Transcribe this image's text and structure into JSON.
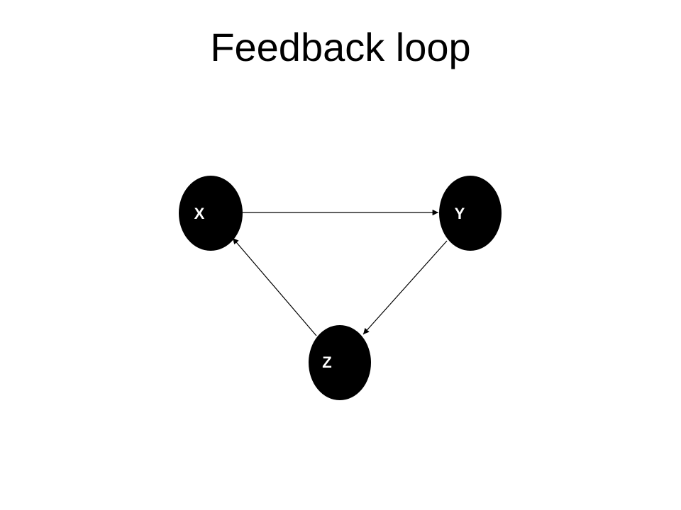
{
  "title": "Feedback loop",
  "colors": {
    "background": "#ffffff",
    "node_fill": "#000000",
    "node_label": "#ffffff",
    "edge": "#000000"
  },
  "nodes": [
    {
      "id": "x",
      "label": "X"
    },
    {
      "id": "y",
      "label": "Y"
    },
    {
      "id": "z",
      "label": "Z"
    }
  ],
  "edges": [
    {
      "from": "x",
      "to": "y"
    },
    {
      "from": "y",
      "to": "z"
    },
    {
      "from": "z",
      "to": "x"
    }
  ]
}
